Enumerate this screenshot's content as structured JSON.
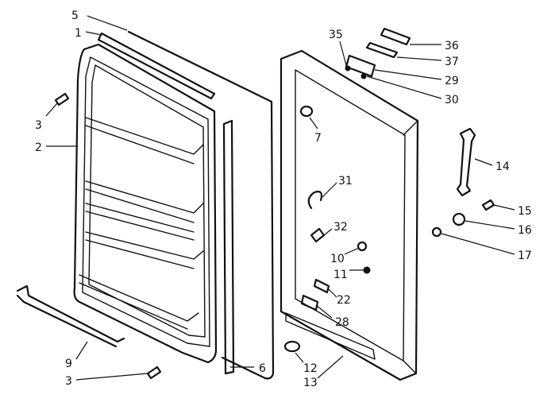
{
  "callouts": {
    "c1": "1",
    "c2": "2",
    "c3a": "3",
    "c3b": "3",
    "c5": "5",
    "c6": "6",
    "c7": "7",
    "c9": "9",
    "c10": "10",
    "c11": "11",
    "c12": "12",
    "c13": "13",
    "c14": "14",
    "c15": "15",
    "c16": "16",
    "c17": "17",
    "c22": "22",
    "c28": "28",
    "c29": "29",
    "c30": "30",
    "c31": "31",
    "c32": "32",
    "c35": "35",
    "c36": "36",
    "c37": "37"
  },
  "colors": {
    "ink": "#111111",
    "background": "#ffffff"
  }
}
